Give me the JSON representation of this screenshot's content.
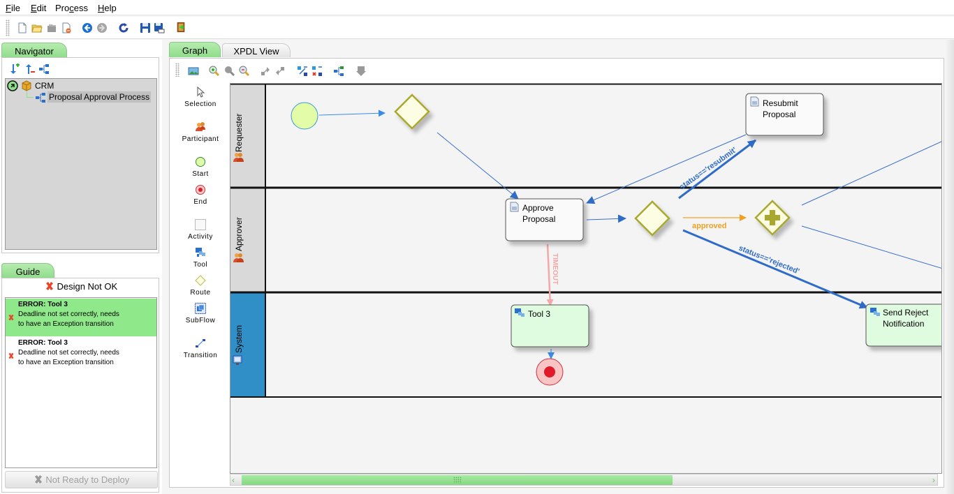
{
  "menu": {
    "items": [
      {
        "label": "File",
        "mnemonic": "F",
        "rest": "ile"
      },
      {
        "label": "Edit",
        "mnemonic": "E",
        "rest": "dit"
      },
      {
        "label": "Process",
        "pre": "Pro",
        "mnemonic": "c",
        "rest": "ess"
      },
      {
        "label": "Help",
        "mnemonic": "H",
        "rest": "elp"
      }
    ]
  },
  "toolbar": {
    "icons": [
      "new-document-icon",
      "open-folder-icon",
      "open-recent-icon",
      "close-document-icon",
      "back-icon",
      "forward-icon",
      "refresh-icon",
      "save-icon",
      "save-as-icon",
      "exit-icon"
    ]
  },
  "navigator": {
    "tab_label": "Navigator",
    "tree": {
      "root_label": "CRM",
      "child_label": "Proposal Approval Process"
    }
  },
  "guide": {
    "tab_label": "Guide",
    "status": "Design Not OK",
    "items": [
      {
        "title": "ERROR: Tool 3",
        "line1": "Deadline not set correctly, needs",
        "line2": "to have an Exception transition",
        "selected": true
      },
      {
        "title": "ERROR: Tool 3",
        "line1": "Deadline not set correctly, needs",
        "line2": "to have an Exception transition",
        "selected": false
      }
    ],
    "deploy_label": "Not Ready to Deploy"
  },
  "editor": {
    "tabs": [
      {
        "label": "Graph",
        "active": true
      },
      {
        "label": "XPDL View",
        "active": false
      }
    ]
  },
  "palette": {
    "items": [
      {
        "label": "Selection",
        "icon": "arrow-pointer-icon"
      },
      {
        "label": "Participant",
        "icon": "participant-icon"
      },
      {
        "label": "Start",
        "icon": "start-event-icon"
      },
      {
        "label": "End",
        "icon": "end-event-icon"
      },
      {
        "label": "Activity",
        "icon": "activity-icon"
      },
      {
        "label": "Tool",
        "icon": "tool-icon"
      },
      {
        "label": "Route",
        "icon": "route-icon"
      },
      {
        "label": "SubFlow",
        "icon": "subflow-icon"
      },
      {
        "label": "Transition",
        "icon": "transition-icon"
      }
    ]
  },
  "diagram": {
    "lanes": [
      {
        "name": "Requester"
      },
      {
        "name": "Approver"
      },
      {
        "name": "System"
      }
    ],
    "activities": {
      "approve": {
        "line1": "Approve",
        "line2": "Proposal"
      },
      "resubmit": {
        "line1": "Resubmit",
        "line2": "Proposal"
      },
      "tool3": {
        "line1": "Tool 3"
      },
      "reject": {
        "line1": "Send Reject",
        "line2": "Notification"
      }
    },
    "transitions": {
      "timeout": "TIMEOUT",
      "approved": "approved",
      "resubmit": "status=='resubmit'",
      "rejected": "status=='rejected'"
    },
    "colors": {
      "flow": "#3a6fc9",
      "approved": "#f0a020",
      "timeout": "#f4a7a7",
      "system_lane": "#2f8fc6",
      "tool_fill": "#e0fce0"
    }
  },
  "scrollbar": {
    "horizontal_position_pct": 0,
    "horizontal_visible_pct": 63
  }
}
